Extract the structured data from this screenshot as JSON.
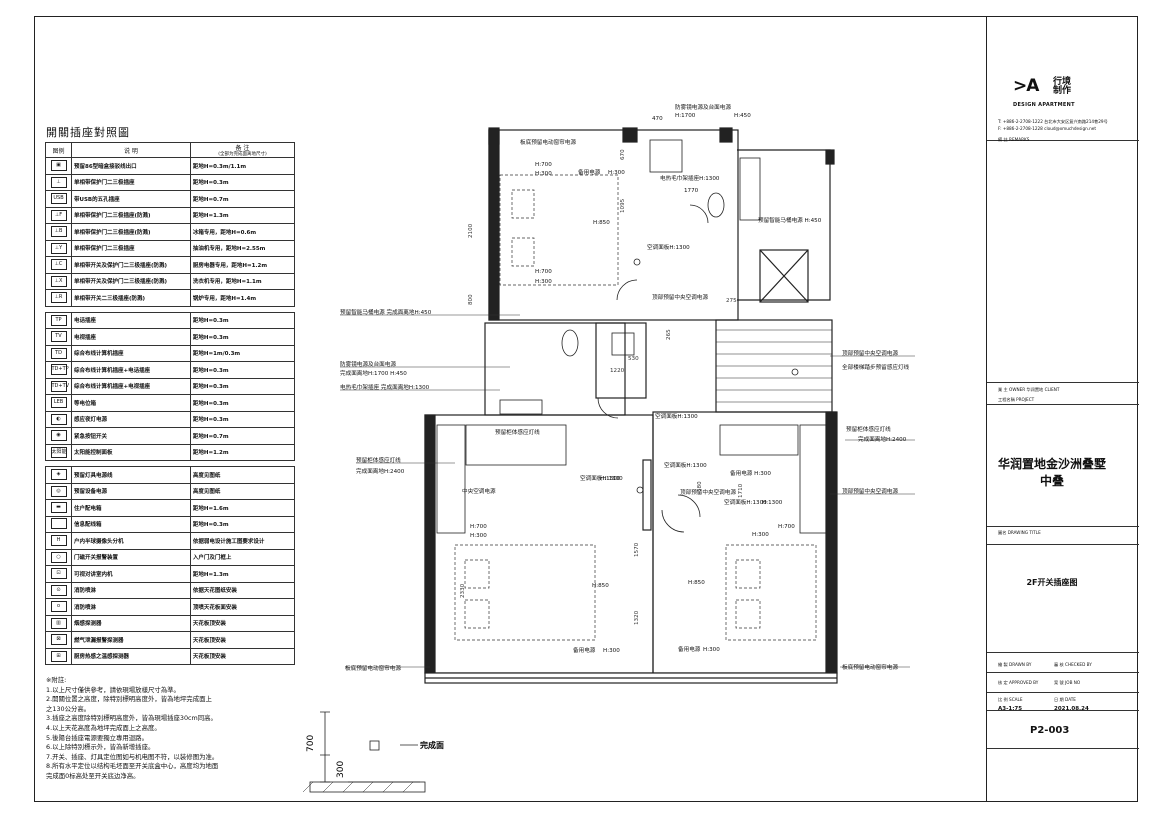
{
  "legend": {
    "title": "開關插座對照圖",
    "header": {
      "col1": "图例",
      "col2": "说 明",
      "col3": "备 注",
      "col3_sub": "(全部为完成面离地尺寸)"
    },
    "rows": [
      {
        "icon": "▣",
        "desc": "预留86型暗盒接驳线出口",
        "note": "距地H=0.3m/1.1m"
      },
      {
        "icon": "⊥",
        "desc": "单相带保护门二三极插座",
        "note": "距地H=0.3m"
      },
      {
        "icon": "USB",
        "desc": "带USB的五孔插座",
        "note": "距地H=0.7m"
      },
      {
        "icon": "⊥F",
        "desc": "单相带保护门二三极插座(防溅)",
        "note": "距地H=1.3m"
      },
      {
        "icon": "⊥B",
        "desc": "单相带保护门二三极插座(防溅)",
        "note": "冰箱专用，距地H=0.6m"
      },
      {
        "icon": "⊥Y",
        "desc": "单相带保护门二三极插座",
        "note": "抽油机专用，距地H=2.55m"
      },
      {
        "icon": "⊥C",
        "desc": "单相带开关及保护门二三极插座(防溅)",
        "note": "厨房电器专用，距地H=1.2m"
      },
      {
        "icon": "⊥X",
        "desc": "单相带开关及保护门二三极插座(防溅)",
        "note": "洗衣机专用，距地H=1.1m"
      },
      {
        "icon": "⊥R",
        "desc": "单相带开关二三极插座(防溅)",
        "note": "锅炉专用，距地H=1.4m"
      }
    ],
    "rows2": [
      {
        "icon": "TP",
        "desc": "电话插座",
        "note": "距地H=0.3m"
      },
      {
        "icon": "TV",
        "desc": "电视插座",
        "note": "距地H=0.3m"
      },
      {
        "icon": "TD",
        "desc": "综合布线计算机插座",
        "note": "距地H=1m/0.3m"
      },
      {
        "icon": "TD+TP",
        "desc": "综合布线计算机插座+电话插座",
        "note": "距地H=0.3m"
      },
      {
        "icon": "TD+TV",
        "desc": "综合布线计算机插座+电视插座",
        "note": "距地H=0.3m"
      },
      {
        "icon": "LEB",
        "desc": "等电位箱",
        "note": "距地H=0.3m"
      },
      {
        "icon": "◐",
        "desc": "感应夜灯电源",
        "note": "距地H=0.3m"
      },
      {
        "icon": "◉",
        "desc": "紧急按钮开关",
        "note": "距地H=0.7m"
      },
      {
        "icon": "太阳能",
        "desc": "太阳能控制面板",
        "note": "距地H=1.2m"
      }
    ],
    "rows3": [
      {
        "icon": "◈",
        "desc": "预留灯具电源线",
        "note": "高度见图纸"
      },
      {
        "icon": "◎",
        "desc": "预留设备电源",
        "note": "高度见图纸"
      },
      {
        "icon": "▬",
        "desc": "住户配电箱",
        "note": "距地H=1.6m"
      },
      {
        "icon": "",
        "desc": "信息配线箱",
        "note": "距地H=0.3m"
      },
      {
        "icon": "H",
        "desc": "户内半球摄像头分机",
        "note": "依据弱电设计施工图要求设计"
      },
      {
        "icon": "○",
        "desc": "门磁开关报警装置",
        "note": "入户门及门框上"
      },
      {
        "icon": "⊡",
        "desc": "可视对讲室内机",
        "note": "距地H=1.3m"
      },
      {
        "icon": "⊙",
        "desc": "消防喷淋",
        "note": "依据天花图纸安装"
      },
      {
        "icon": "o",
        "desc": "消防喷淋",
        "note": "顶喷天花板面安装"
      },
      {
        "icon": "▥",
        "desc": "烟感探测器",
        "note": "天花板顶安装"
      },
      {
        "icon": "⊠",
        "desc": "燃气泄漏报警探测器",
        "note": "天花板顶安装"
      },
      {
        "icon": "⊞",
        "desc": "厨房热感之温感探测器",
        "note": "天花板顶安装"
      }
    ]
  },
  "notes": [
    "※附註:",
    "1.以上尺寸僅供參考，請依現場放樣尺寸為準。",
    "2.開關位置之高度，除特別標明高度外，皆為地坪完成面上",
    "   之130公分高。",
    "3.插座之高度除特別標明高度外，皆為現場插座30cm同高。",
    "4.以上天花高度為地坪完成面上之高度。",
    "5.後陽台插座電源要獨立專用迴路。",
    "6.以上除特別標示外，皆為新增插座。",
    "7.开关、插座、灯具定位图如与机电图不符，以装修图为准。",
    "8.所有水平定位以结构毛坯面至开关底盒中心，高度均为地面",
    "完成面0标高处至开关底边净高。"
  ],
  "section": {
    "dim1": "700",
    "dim2": "300",
    "label": "完成面"
  },
  "plan": {
    "labels": [
      {
        "id": "l1",
        "text": "防雾镜电源及台面电源"
      },
      {
        "id": "l2",
        "text": "H:1700"
      },
      {
        "id": "l3",
        "text": "H:450"
      },
      {
        "id": "l4",
        "text": "470"
      },
      {
        "id": "l5",
        "text": "板底预留电动窗帘电源"
      },
      {
        "id": "l6",
        "text": "H:700"
      },
      {
        "id": "l7",
        "text": "H:300"
      },
      {
        "id": "l8",
        "text": "备用电源"
      },
      {
        "id": "l9",
        "text": "H:300"
      },
      {
        "id": "l10",
        "text": "电热毛巾架插座H:1300"
      },
      {
        "id": "l11",
        "text": "1770"
      },
      {
        "id": "l12",
        "text": "预留智能马桶电源 H:450"
      },
      {
        "id": "l13",
        "text": "H:850"
      },
      {
        "id": "l14",
        "text": "空调面板H:1300"
      },
      {
        "id": "l15",
        "text": "H:700"
      },
      {
        "id": "l16",
        "text": "H:300"
      },
      {
        "id": "l17",
        "text": "顶部预留中央空调电源"
      },
      {
        "id": "l18",
        "text": "预留智能马桶电源  完成面离地H:450"
      },
      {
        "id": "l19",
        "text": "防雾镜电源及台面电源"
      },
      {
        "id": "l20",
        "text": "完成面离地H:1700   H:450"
      },
      {
        "id": "l21",
        "text": "电热毛巾架插座  完成面离地H:1300"
      },
      {
        "id": "l22",
        "text": "顶部预留中央空调电源"
      },
      {
        "id": "l23",
        "text": "全部楼梯踏步预留感应灯线"
      },
      {
        "id": "l24",
        "text": "空调面板H:1300"
      },
      {
        "id": "l25",
        "text": "预留柜体感应灯线"
      },
      {
        "id": "l26",
        "text": "预留柜体感应灯线"
      },
      {
        "id": "l27",
        "text": "完成面离地H:2400"
      },
      {
        "id": "l28",
        "text": "预留柜体感应灯线"
      },
      {
        "id": "l29",
        "text": "完成面离地H:2400"
      },
      {
        "id": "l30",
        "text": "顶部预留中央空调电源"
      },
      {
        "id": "l31",
        "text": "空调面板H:1300"
      },
      {
        "id": "l32",
        "text": "备用电源 H:300"
      },
      {
        "id": "l33",
        "text": "顶部预留中央空调电源"
      },
      {
        "id": "l34",
        "text": "空调面板H:1300"
      },
      {
        "id": "l35",
        "text": "H:700"
      },
      {
        "id": "l36",
        "text": "H:300"
      },
      {
        "id": "l37",
        "text": "H:300"
      },
      {
        "id": "l38",
        "text": "H:700"
      },
      {
        "id": "l39",
        "text": "H:850"
      },
      {
        "id": "l40",
        "text": "H:850"
      },
      {
        "id": "l41",
        "text": "备用电源"
      },
      {
        "id": "l42",
        "text": "H:300"
      },
      {
        "id": "l43",
        "text": "备用电源"
      },
      {
        "id": "l44",
        "text": "H:300"
      },
      {
        "id": "l45",
        "text": "板底预留电动窗帘电源"
      },
      {
        "id": "l46",
        "text": "板底预留电动窗帘电源"
      },
      {
        "id": "l47",
        "text": "H:1300"
      },
      {
        "id": "l48",
        "text": "空调面板H:1300"
      },
      {
        "id": "l49",
        "text": "H:1300"
      },
      {
        "id": "l50",
        "text": "中央空调电源"
      }
    ],
    "dims": [
      {
        "id": "d1",
        "text": "2100"
      },
      {
        "id": "d2",
        "text": "800"
      },
      {
        "id": "d3",
        "text": "1095"
      },
      {
        "id": "d4",
        "text": "670"
      },
      {
        "id": "d5",
        "text": "265"
      },
      {
        "id": "d6",
        "text": "1220"
      },
      {
        "id": "d7",
        "text": "530"
      },
      {
        "id": "d8",
        "text": "275"
      },
      {
        "id": "d9",
        "text": "2330"
      },
      {
        "id": "d10",
        "text": "1570"
      },
      {
        "id": "d11",
        "text": "1320"
      },
      {
        "id": "d12",
        "text": "580"
      },
      {
        "id": "d13",
        "text": "1710"
      }
    ]
  },
  "titleblock": {
    "logo": ">A",
    "logo_cn_1": "行境",
    "logo_cn_2": "制作",
    "logo_en": "DESIGN APARTMENT",
    "tel": "T: +886-2-2708-1222  台北市大安区复兴南路214巷29号",
    "fax": "F: +886-2-2708-1228  cloud@xmuchdesign.net",
    "remarks": "備 註  REMARKS",
    "owner": "業 主  OWNER  华润置地 CLIENT",
    "project_label": "工程名稱 PROJECT",
    "project": "华润置地金沙洲叠墅中叠",
    "drawing_title_label": "圖名 DRAWING TITLE",
    "drawing_title": "2F开关插座图",
    "drawn": "繪 製 DRAWN BY",
    "checked": "審 核 CHECKED BY",
    "approved": "核 定 APPROVED BY",
    "job": "案 號 JOB NO",
    "scale_label": "比 例 SCALE",
    "date_label": "日 期 DATE",
    "scale": "A3-1:75",
    "date": "2021.08.24",
    "drawing_no": "P2-003"
  },
  "colors": {
    "line": "#222222",
    "dim": "#555555",
    "bg": "#ffffff"
  }
}
